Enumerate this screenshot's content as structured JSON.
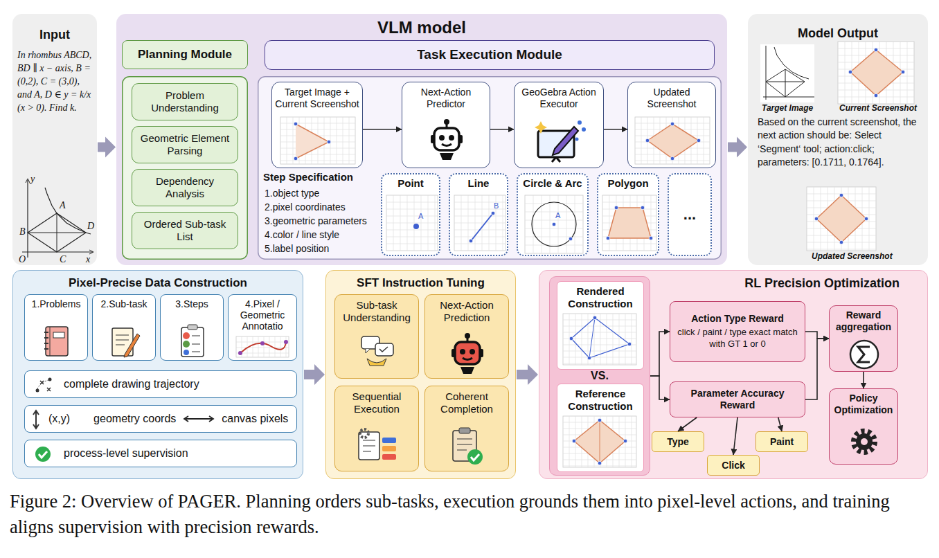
{
  "diagram": {
    "caption": "Figure 2: Overview of PAGER. Planning orders sub-tasks, execution grounds them into pixel-level actions, and training aligns supervision with precision rewards.",
    "nodes": [
      {
        "text": [
          "Input",
          "In rhombus ABCD, BD ∥ x − axis, B = (0,2), C = (3,0), and A, D ∈ y = k/x (x > 0). Find k."
        ]
      },
      {
        "text": [
          "VLM model"
        ]
      },
      {
        "text": [
          "Planning Module"
        ],
        "in": 1
      },
      {
        "text": [
          "Problem Understanding"
        ],
        "in": 2
      },
      {
        "text": [
          "Geometric Element Parsing"
        ],
        "in": 2
      },
      {
        "text": [
          "Dependency Analysis"
        ],
        "in": 2
      },
      {
        "text": [
          "Ordered Sub-task List"
        ],
        "in": 2
      },
      {
        "text": [
          "Task Execution Module"
        ],
        "in": 1
      },
      {
        "text": [
          "Target Image + Current Screenshot"
        ],
        "in": 7
      },
      {
        "text": [
          "Next-Action Predictor"
        ],
        "in": 7
      },
      {
        "text": [
          "GeoGebra Action Executor"
        ],
        "in": 7
      },
      {
        "text": [
          "Updated Screenshot"
        ],
        "in": 7
      },
      {
        "text": [
          "Point"
        ],
        "in": 7
      },
      {
        "text": [
          "Line"
        ],
        "in": 7
      },
      {
        "text": [
          "Circle & Arc"
        ],
        "in": 7
      },
      {
        "text": [
          "Polygon"
        ],
        "in": 7
      },
      {
        "text": [
          "..."
        ],
        "in": 7
      },
      {
        "text": [
          "Model Output",
          "Based on the current screenshot, the next action should be: Select ‘Segment‘ tool; action:click; parameters: [0.1711, 0.1764]."
        ]
      },
      {
        "text": [
          "Pixel-Precise Data Construction"
        ]
      },
      {
        "text": [
          "1.Problems"
        ],
        "in": 18
      },
      {
        "text": [
          "2.Sub-task"
        ],
        "in": 18
      },
      {
        "text": [
          "3.Steps"
        ],
        "in": 18
      },
      {
        "text": [
          "4.Pixel / Geometric Annotatio"
        ],
        "in": 18
      },
      {
        "text": [
          "complete drawing trajectory"
        ],
        "in": 18
      },
      {
        "text": [
          "(x,y)",
          "geometry coords",
          "canvas pixels"
        ],
        "in": 18
      },
      {
        "text": [
          "process-level supervision"
        ],
        "in": 18
      },
      {
        "text": [
          "SFT Instruction Tuning"
        ]
      },
      {
        "text": [
          "Sub-task Understanding"
        ],
        "in": 26
      },
      {
        "text": [
          "Next-Action Prediction"
        ],
        "in": 26
      },
      {
        "text": [
          "Sequential Execution"
        ],
        "in": 26
      },
      {
        "text": [
          "Coherent Completion"
        ],
        "in": 26
      },
      {
        "text": [
          "RL Precision Optimization"
        ]
      },
      {
        "text": [
          "VS."
        ],
        "in": 31
      },
      {
        "text": [
          "Rendered Construction"
        ],
        "in": 32
      },
      {
        "text": [
          "Reference Construction"
        ],
        "in": 32
      },
      {
        "text": [
          "Action Type Reward",
          "click / paint / type exact match with GT 1 or 0"
        ],
        "in": 31
      },
      {
        "text": [
          "Parameter Accuracy Reward"
        ],
        "in": 31
      },
      {
        "text": [
          "Type"
        ],
        "in": 31
      },
      {
        "text": [
          "Click"
        ],
        "in": 31
      },
      {
        "text": [
          "Paint"
        ],
        "in": 31
      },
      {
        "text": [
          "Reward aggregation"
        ],
        "in": 31
      },
      {
        "text": [
          "Policy Optimization"
        ],
        "in": 31
      }
    ],
    "edges": [
      {
        "from": 0,
        "to": 1,
        "arrow": "to"
      },
      {
        "from": 1,
        "to": 17,
        "arrow": "to"
      },
      {
        "from": 8,
        "to": 9,
        "arrow": "to"
      },
      {
        "from": 9,
        "to": 10,
        "arrow": "to"
      },
      {
        "from": 10,
        "to": 11,
        "arrow": "to"
      },
      {
        "from": 18,
        "to": 26,
        "arrow": "to"
      },
      {
        "from": 26,
        "to": 31,
        "arrow": "to"
      },
      {
        "from": 32,
        "to": 35,
        "arrow": "to"
      },
      {
        "from": 32,
        "to": 36,
        "arrow": "to"
      },
      {
        "from": 36,
        "to": 37,
        "arrow": "to"
      },
      {
        "from": 36,
        "to": 38,
        "arrow": "to"
      },
      {
        "from": 36,
        "to": 39,
        "arrow": "to"
      },
      {
        "from": 35,
        "to": 40,
        "arrow": "to"
      },
      {
        "from": 36,
        "to": 40,
        "arrow": "to"
      },
      {
        "from": 40,
        "to": 41,
        "arrow": "to"
      }
    ],
    "labels": [
      "y",
      "A",
      "B",
      "D",
      "O",
      "C",
      "x",
      "Step Specification",
      "1.object type",
      "2.pixel coordinates",
      "3.geometric parameters",
      "4.color / line style",
      "5.label position",
      "Target Image",
      "Current Screenshot",
      "Updated Screenshot",
      "A",
      "B",
      "A"
    ]
  }
}
